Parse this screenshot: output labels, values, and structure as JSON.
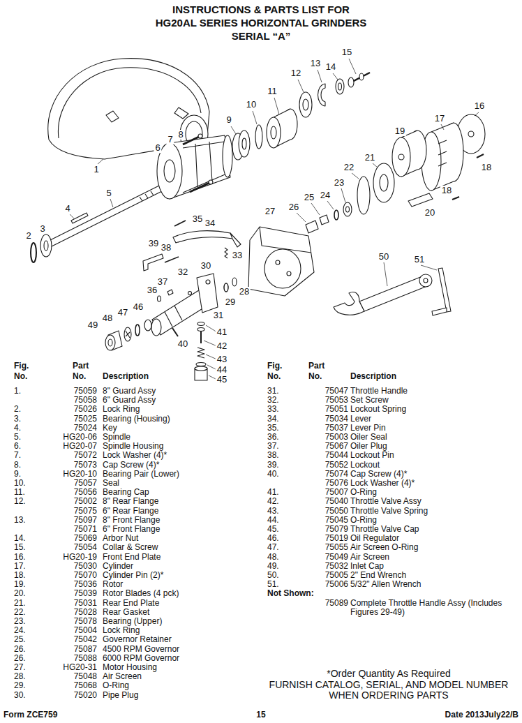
{
  "diagram": {
    "title": "INSTRUCTIONS & PARTS LIST FOR HG20AL SERIES HORIZONTAL GRINDERS SERIAL “A”",
    "labels": [
      "15",
      "13",
      "14",
      "12",
      "11",
      "10",
      "9",
      "7",
      "8",
      "6",
      "1",
      "16",
      "17",
      "19",
      "18",
      "21",
      "22",
      "23",
      "18",
      "20",
      "25",
      "24",
      "26",
      "27",
      "5",
      "4",
      "2",
      "3",
      "35",
      "34",
      "33",
      "39",
      "38",
      "32",
      "30",
      "37",
      "36",
      "28",
      "29",
      "31",
      "46",
      "47",
      "48",
      "49",
      "41",
      "40",
      "42",
      "43",
      "44",
      "45",
      "50",
      "51",
      "Fig. No.",
      "Part No.",
      "Description",
      "Fig. No.",
      "Part No.",
      "Description",
      "1.",
      "75059",
      "8\" Guard Assy",
      "75058",
      "6\" Guard Assy",
      "2.",
      "75026",
      "Lock Ring",
      "3.",
      "75025",
      "Bearing (Housing)",
      "4.",
      "75024",
      "Key",
      "5.",
      "HG20-06",
      "Spindle",
      "6.",
      "HG20-07",
      "Spindle Housing",
      "7.",
      "75072",
      "Lock Washer (4)*",
      "8.",
      "75073",
      "Cap Screw (4)*",
      "9.",
      "HG20-10",
      "Bearing Pair (Lower)",
      "10.",
      "75057",
      "Seal",
      "11.",
      "75056",
      "Bearing Cap",
      "12.",
      "75002",
      "8\" Rear Flange",
      "75075",
      "6\" Rear Flange",
      "13.",
      "75097",
      "8\" Front Flange",
      "75071",
      "6\" Front Flange",
      "14.",
      "75069",
      "Arbor Nut",
      "15.",
      "75054",
      "Collar & Screw",
      "16.",
      "HG20-19",
      "Front End Plate",
      "17.",
      "75030",
      "Cylinder",
      "18.",
      "75070",
      "Cylinder Pin (2)*",
      "19.",
      "75036",
      "Rotor",
      "20.",
      "75039",
      "Rotor Blades (4 pck)",
      "21.",
      "75031",
      "Rear End Plate",
      "22.",
      "75028",
      "Rear Gasket",
      "23.",
      "75078",
      "Bearing (Upper)",
      "24.",
      "75004",
      "Lock Ring",
      "25.",
      "75042",
      "Governor Retainer",
      "26.",
      "75087",
      "4500 RPM Governor",
      "26.",
      "75088",
      "6000 RPM Governor",
      "27.",
      "HG20-31",
      "Motor Housing",
      "28.",
      "75048",
      "Air Screen",
      "29.",
      "75068",
      "O-Ring",
      "30.",
      "75020",
      "Pipe Plug",
      "31.",
      "75047",
      "Throttle Handle",
      "32.",
      "75053",
      "Set Screw",
      "33.",
      "75051",
      "Lockout Spring",
      "34.",
      "75034",
      "Lever",
      "35.",
      "75037",
      "Lever Pin",
      "36.",
      "75003",
      "Oiler Seal",
      "37.",
      "75067",
      "Oiler Plug",
      "38.",
      "75044",
      "Lockout Pin",
      "39.",
      "75052",
      "Lockout",
      "40.",
      "75074",
      "Cap Screw (4)*",
      "75076",
      "Lock Washer (4)*",
      "41.",
      "75007",
      "O-Ring",
      "42.",
      "75040",
      "Throttle Valve Assy",
      "43.",
      "75050",
      "Throttle Valve Spring",
      "44.",
      "75045",
      "O-Ring",
      "45.",
      "75079",
      "Throttle Valve Cap",
      "46.",
      "75019",
      "Oil Regulator",
      "47.",
      "75055",
      "Air Screen O-Ring",
      "48.",
      "75049",
      "Air Screen",
      "49.",
      "75032",
      "Inlet Cap",
      "50.",
      "75005",
      "2\" End Wrench",
      "51.",
      "75006",
      "5/32\" Allen Wrench",
      "Not Shown:",
      "75089",
      "Complete Throttle Handle Assy (Includes Figures 29-49)",
      "*Order Quantity As Required",
      "FURNISH CATALOG, SERIAL, AND MODEL NUMBER WHEN ORDERING PARTS",
      "Form ZCE759",
      "15",
      "Date 2013July22/B"
    ]
  }
}
